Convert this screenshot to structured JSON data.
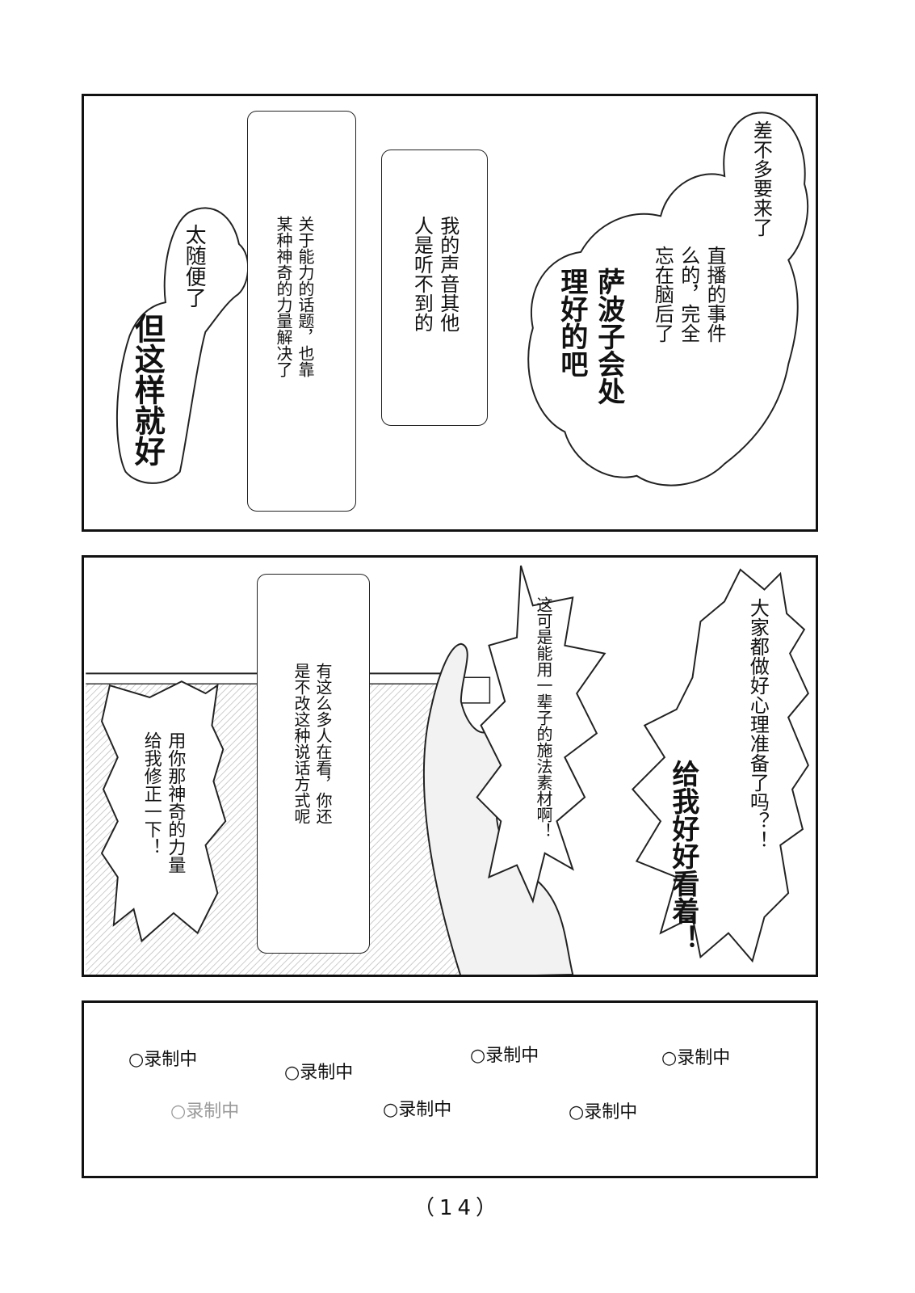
{
  "panel1": {
    "bubble_a": "差不多要来了",
    "bubble_b": "直播的事件\n么的，完全\n忘在脑后了",
    "bubble_b_emph": "萨波子会处\n理好的吧",
    "box_a": "我的声音其他\n人是听不到的",
    "box_b": "关于能力的话题，也靠\n某种神奇的力量解决了",
    "bubble_c": "太随便了",
    "bubble_d": "但这样就好"
  },
  "panel2": {
    "shout_a": "大家都做好心理准备了吗？！",
    "shout_a_emph": "给我好好看着！",
    "shout_b": "这可是能用一辈子的施法素材啊！",
    "box_c": "有这么多人在看，你还\n是不改这种说话方式呢",
    "shout_c": "用你那神奇的力量\n给我修正一下！"
  },
  "panel3": {
    "recording": [
      "○录制中",
      "○录制中",
      "○录制中",
      "○录制中",
      "○录制中",
      "○录制中",
      "○录制中"
    ]
  },
  "page_number": "（14）"
}
